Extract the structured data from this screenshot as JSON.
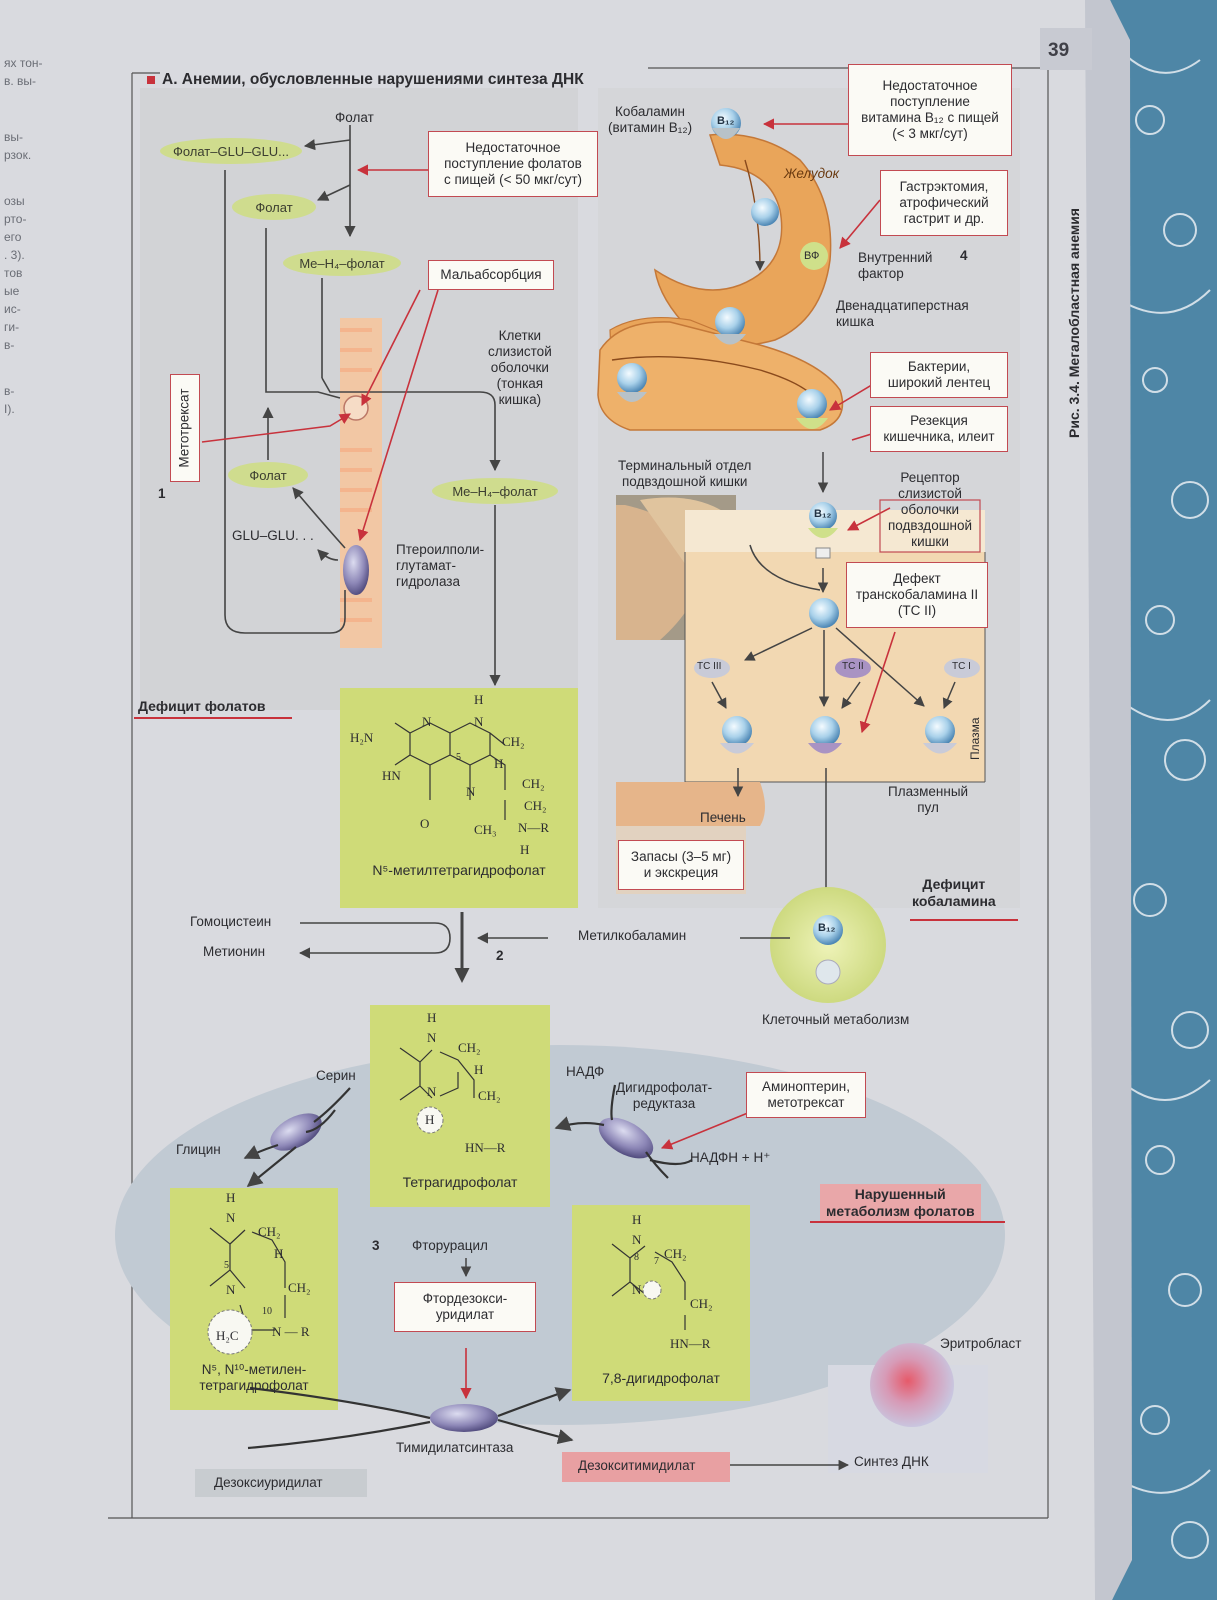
{
  "page_number": "39",
  "left_margin_text": [
    "ях тон-",
    "в. вы-",
    "вы-",
    "рзок.",
    "озы",
    "рто-",
    "его",
    ". 3).",
    "тов",
    "ые",
    "ис-",
    "ги-",
    "в-",
    "в-",
    "I)."
  ],
  "figure_caption": "Рис. 3.4.  Мегалобластная анемия",
  "section_title": "A. Анемии, обусловленные нарушениями синтеза ДНК",
  "folate_panel": {
    "folat_top": "Фолат",
    "folat_glu": "Фолат–GLU–GLU...",
    "folat_pill": "Фолат",
    "me_h4_folat": "Me–H₄–фолат",
    "insufficient_folate": [
      "Недостаточное",
      "поступление фолатов",
      "с пищей (< 50 мкг/сут)"
    ],
    "malabsorption": "Мальабсорбция",
    "mucosa_cells": [
      "Клетки",
      "слизистой",
      "оболочки",
      "(тонкая",
      "кишка)"
    ],
    "methotrexate": "Метотрексат",
    "number_1": "1",
    "folat_inner": "Фолат",
    "glu_glu": "GLU–GLU. . .",
    "me_h4_folat_2": "Me–H₄–фолат",
    "hydrolase": [
      "Птероилполи-",
      "глутамат-",
      "гидролаза"
    ],
    "deficit_label": "Дефицит фолатов",
    "compound_name": "N⁵-метилтетрагидрофолат",
    "compound_atoms": [
      "H",
      "N",
      "H₂N",
      "N",
      "CH₂",
      "5",
      "H",
      "HN",
      "CH₂",
      "N",
      "CH₂",
      "O",
      "CH₃",
      "N—R",
      "H"
    ]
  },
  "cobalamin_panel": {
    "cobalamin": [
      "Кобаламин",
      "(витамин B₁₂)"
    ],
    "b12": "B₁₂",
    "insufficient_b12": [
      "Недостаточное",
      "поступление",
      "витамина B₁₂ с пищей",
      "(< 3 мкг/сут)"
    ],
    "stomach": "Желудок",
    "gastrectomy": [
      "Гастрэктомия,",
      "атрофический",
      "гастрит и др."
    ],
    "vf": "ВФ",
    "intrinsic_factor": [
      "Внутренний",
      "фактор"
    ],
    "number_4": "4",
    "duodenum": [
      "Двенадцатиперстная",
      "кишка"
    ],
    "bacteria": [
      "Бактерии,",
      "широкий лентец"
    ],
    "resection": [
      "Резекция",
      "кишечника, илеит"
    ],
    "terminal_ileum": [
      "Терминальный отдел",
      "подвздошной кишки"
    ],
    "receptor": [
      "Рецептор",
      "слизистой",
      "оболочки",
      "подвздошной",
      "кишки"
    ],
    "tc2_defect": [
      "Дефект",
      "транскобаламина II",
      "(TC II)"
    ],
    "tc3": "TC III",
    "tc2": "TC II",
    "tc1": "TC I",
    "plasma": "Плазма",
    "liver": "Печень",
    "plasma_pool": [
      "Плазменный",
      "пул"
    ],
    "stores": [
      "Запасы (3–5 мг)",
      "и экскреция"
    ],
    "deficit_label": [
      "Дефицит",
      "кобаламина"
    ],
    "b12_cell": "B₁₂",
    "cell_metabolism": "Клеточный метаболизм"
  },
  "middle": {
    "homocysteine": "Гомоцистеин",
    "methionine": "Метионин",
    "number_2": "2",
    "methylcobalamin": "Метилкобаламин"
  },
  "cycle_panel": {
    "thf_name": "Тетрагидрофолат",
    "thf_atoms": [
      "H",
      "N",
      "CH₂",
      "H",
      "N",
      "CH₂",
      "H",
      "HN—R"
    ],
    "serine": "Серин",
    "glycine": "Глицин",
    "nadp": "НАДФ",
    "dhfr": [
      "Дигидрофолат-",
      "редуктаза"
    ],
    "aminopterin": [
      "Аминоптерин,",
      "метотрексат"
    ],
    "nadph": "НАДФН + H⁺",
    "impaired": [
      "Нарушенный",
      "метаболизм фолатов"
    ],
    "methylene_name": [
      "N⁵, N¹⁰-метилен-",
      "тетрагидрофолат"
    ],
    "methylene_atoms": [
      "H",
      "N",
      "CH₂",
      "H",
      "5",
      "N",
      "CH₂",
      "10",
      "H₂C",
      "N — R"
    ],
    "number_3": "3",
    "fluorouracil": "Фторурацил",
    "fdump": [
      "Фтордезокси-",
      "уридилат"
    ],
    "dhf_name": "7,8-дигидрофолат",
    "dhf_atoms": [
      "H",
      "N",
      "8",
      "7",
      "CH₂",
      "N",
      "CH₂",
      "HN—R"
    ],
    "thymidylate_synthase": "Тимидилатсинтаза",
    "deoxyuridylate": "Дезоксиуридилат",
    "deoxythymidylate": "Дезокситимидилат",
    "erythroblast": "Эритробласт",
    "dna_synthesis": "Синтез ДНК"
  },
  "colors": {
    "red": "#c8323c",
    "mucosa": "#f2c7a4",
    "stomach": "#e9a55a",
    "compound_box": "#cfdb78",
    "folate_pill": "#cfdc8e",
    "bluegray_zone": "#c1cad3"
  }
}
